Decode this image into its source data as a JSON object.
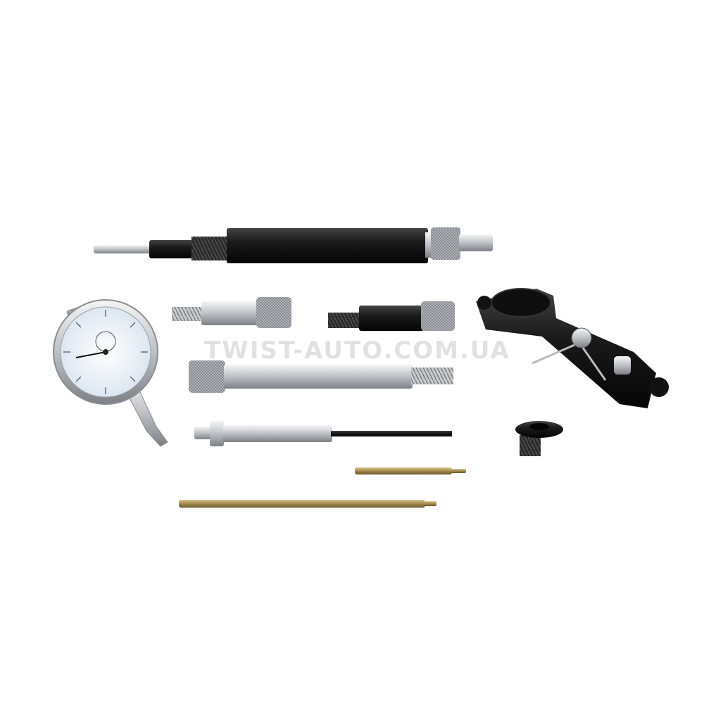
{
  "watermark": {
    "text": "TWIST-AUTO.COM.UA"
  },
  "items": [
    "long-black-adapter-rod",
    "dial-indicator-gauge",
    "short-knurled-adapter",
    "black-threaded-adapter",
    "angled-black-bracket",
    "long-knurled-extension",
    "stepped-probe-rod",
    "threaded-nut-adapter",
    "short-brass-pin",
    "long-brass-pin"
  ],
  "colors": {
    "background": "#ffffff",
    "chrome": "#c9ccd0",
    "black_metal": "#161616",
    "brass": "#a8925a",
    "dial_face": "#f2f6fb"
  }
}
